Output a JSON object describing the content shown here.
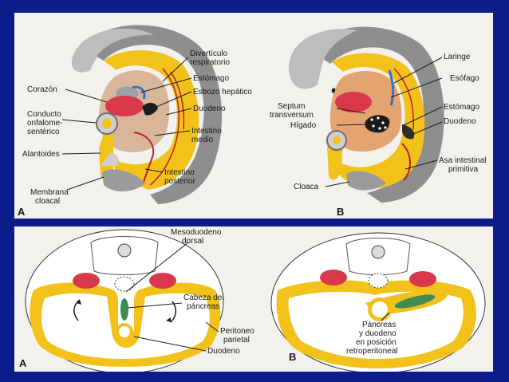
{
  "top": {
    "A": {
      "panel_letter": "A",
      "labels": {
        "diverticulo": [
          "Divertículo",
          "respiratorio"
        ],
        "corazon": "Corazón",
        "estomago": "Estómago",
        "esbozo": "Esbozo hepático",
        "conducto": [
          "Conducto",
          "onfalome-",
          "sentérico"
        ],
        "duodeno": "Duodeno",
        "intestino_medio": [
          "Intestino",
          "medio"
        ],
        "alantoides": "Alantoides",
        "intestino_posterior": [
          "Intestino",
          "posterior"
        ],
        "membrana": [
          "Membrana",
          "cloacal"
        ]
      }
    },
    "B": {
      "panel_letter": "B",
      "labels": {
        "laringe": "Laringe",
        "esofago": "Esófago",
        "septum": [
          "Septum",
          "transversum"
        ],
        "estomago": "Estómago",
        "higado": "Hígado",
        "duodeno": "Duodeno",
        "asa": [
          "Asa intestinal",
          "primitiva"
        ],
        "cloaca": "Cloaca"
      }
    }
  },
  "bottom": {
    "A": {
      "panel_letter": "A",
      "labels": {
        "mesoduodeno": [
          "Mesoduodeno",
          "dorsal"
        ],
        "cabeza": [
          "Cabeza del",
          "páncreas"
        ],
        "peritoneo": [
          "Peritoneo",
          "parietal"
        ],
        "duodeno": "Duodeno"
      }
    },
    "B": {
      "panel_letter": "B",
      "labels": {
        "pancreas": [
          "Páncreas",
          "y duodeno",
          "en posición",
          "retroperitoneal"
        ]
      }
    }
  },
  "colors": {
    "background": "#0c1d8a",
    "panel": "#f2f1ed",
    "yellow": "#f2c21b",
    "gray": "#8e8e8e",
    "red": "#d9384a",
    "orange": "#e2975a",
    "green": "#3f8a55"
  }
}
